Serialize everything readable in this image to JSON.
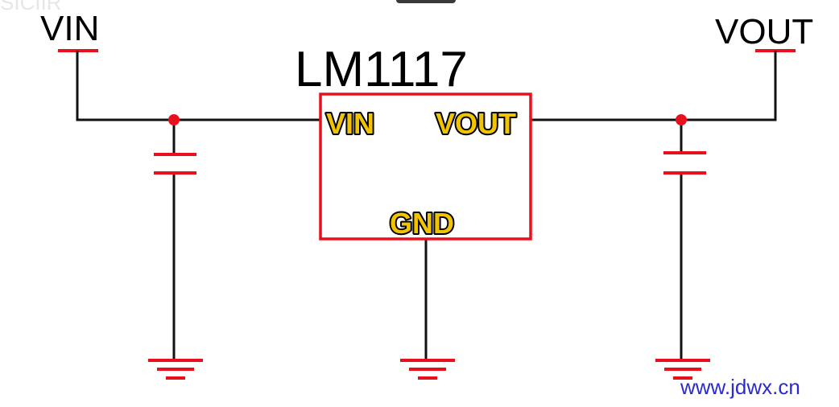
{
  "chip": {
    "name": "LM1117",
    "pins": {
      "vin": "VIN",
      "vout": "VOUT",
      "gnd": "GND"
    }
  },
  "nets": {
    "input_label": "VIN",
    "output_label": "VOUT"
  },
  "watermark": "www.jdwx.cn",
  "colors": {
    "wire": "#111111",
    "component": "#e8101c",
    "pin_label_fill": "#f2c400",
    "watermark": "#2a2ad6"
  }
}
